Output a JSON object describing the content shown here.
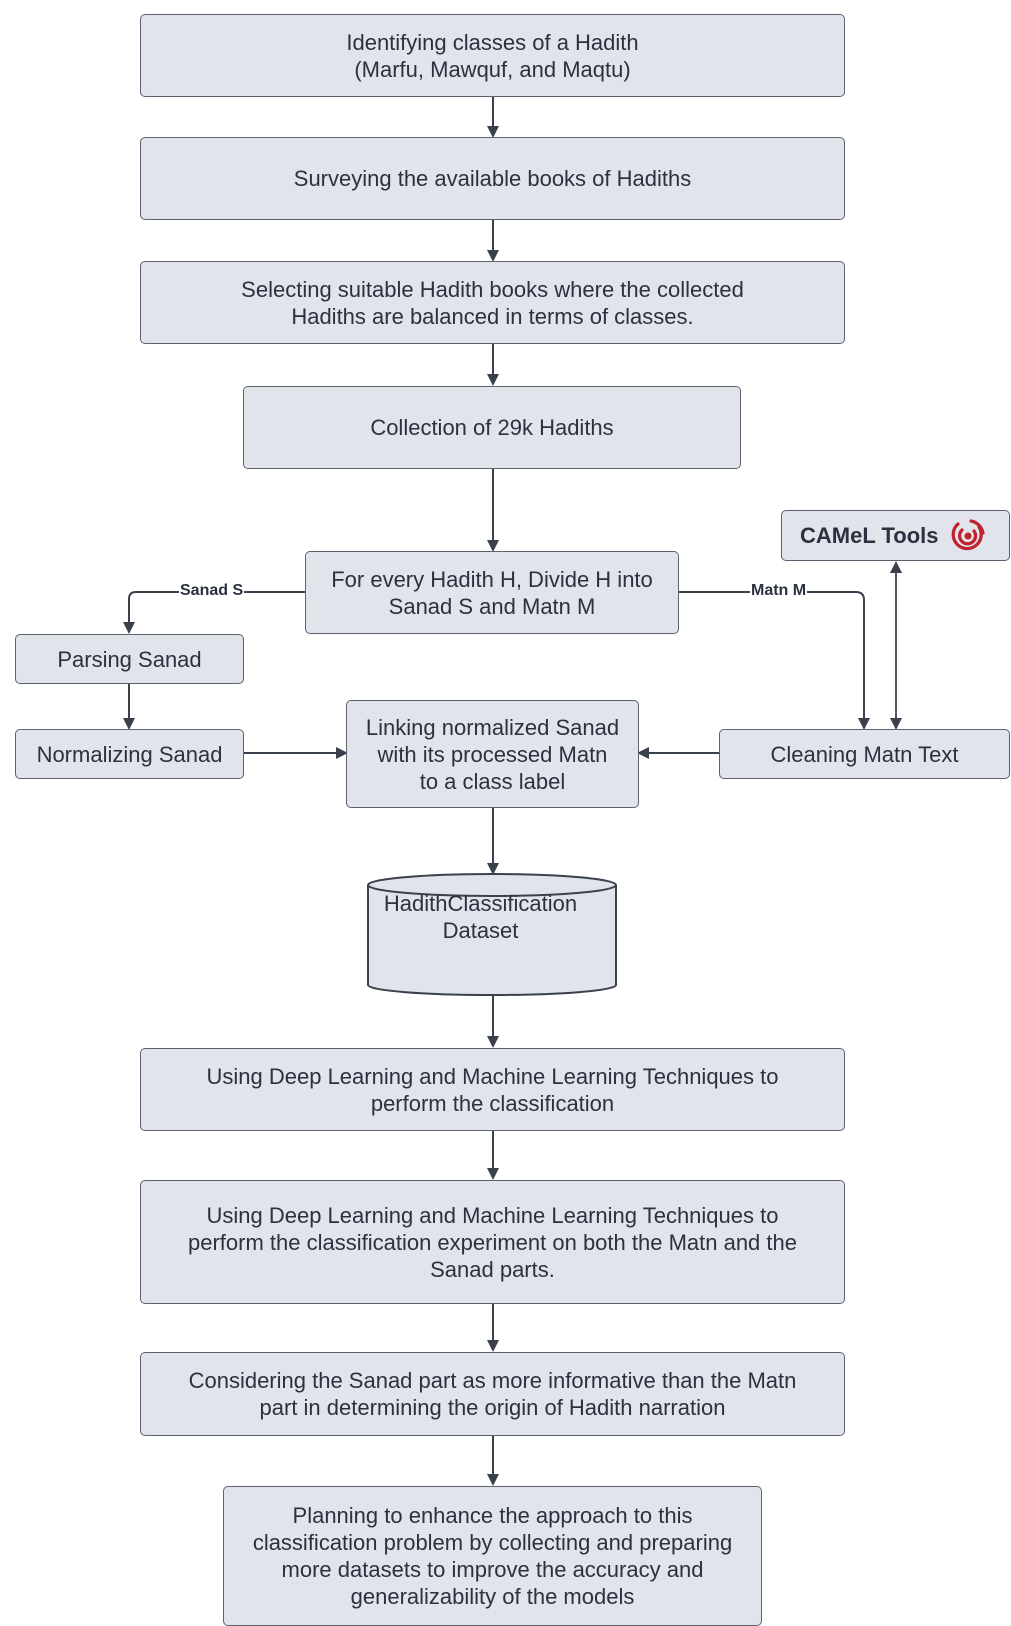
{
  "nodes": {
    "identify": "Identifying classes of a Hadith\n(Marfu, Mawquf, and Maqtu)",
    "survey": "Surveying the available books of Hadiths",
    "select": "Selecting suitable Hadith books where the collected\nHadiths are balanced in terms of classes.",
    "collect": "Collection of 29k Hadiths",
    "divide": "For every Hadith H, Divide H into\nSanad S and Matn M",
    "camel": "CAMeL Tools",
    "parse": "Parsing Sanad",
    "normalize": "Normalizing Sanad",
    "link": "Linking normalized Sanad\nwith its processed Matn\nto a class label",
    "clean": "Cleaning Matn Text",
    "dataset": "HadithClassification\nDataset",
    "deep1": "Using Deep Learning and Machine Learning Techniques to\nperform the classification",
    "deep2": "Using Deep Learning and Machine Learning Techniques to\nperform the classification experiment on both the Matn and the\nSanad parts.",
    "consider": "Considering the Sanad part as more informative than the Matn\npart in determining the origin of Hadith narration",
    "plan": "Planning to enhance the approach to this\nclassification problem by collecting and preparing\nmore datasets to improve the accuracy and\ngeneralizability of the models"
  },
  "edge_labels": {
    "sanad": "Sanad S",
    "matn": "Matn M"
  },
  "icons": {
    "camel_logo": "camel-tools-logo-icon"
  },
  "colors": {
    "box_fill": "#e1e4ea",
    "box_stroke": "#5c6370",
    "edge": "#3a404c",
    "logo_red": "#c0222f"
  }
}
